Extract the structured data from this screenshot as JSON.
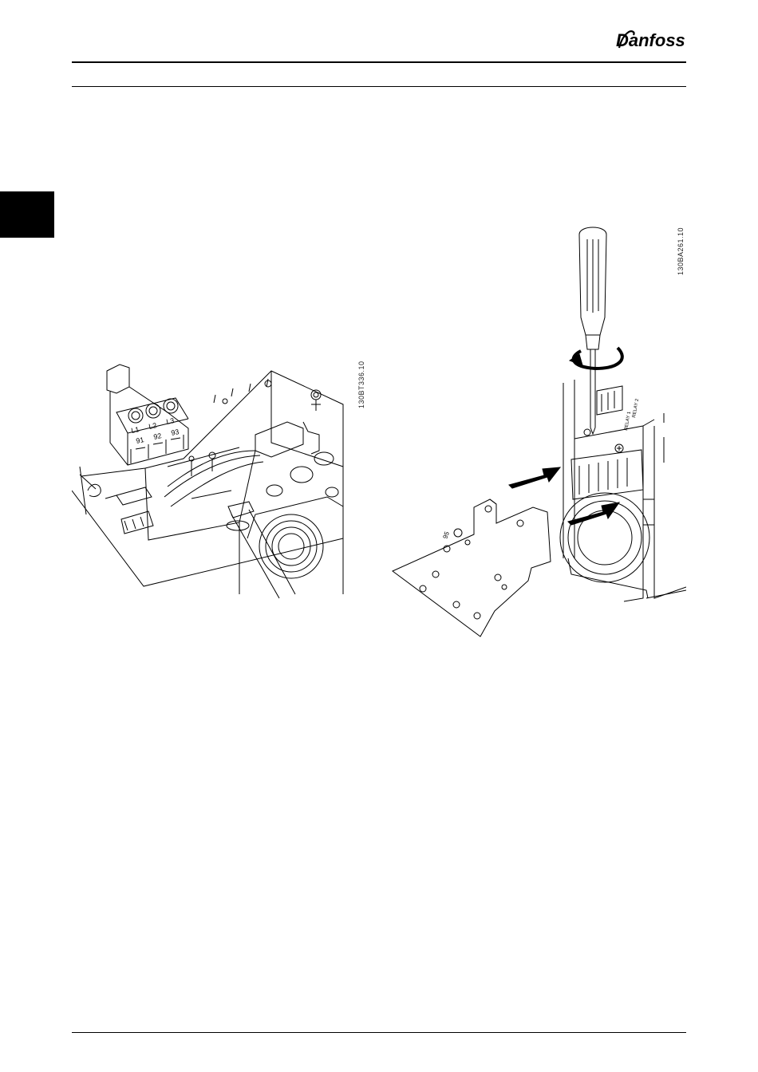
{
  "header": {
    "brand": "Danfoss"
  },
  "figures": {
    "left": {
      "code": "130BT336.10",
      "terminal_top_labels": [
        "L1",
        "L2",
        "L3"
      ],
      "terminal_bottom_labels": [
        "91",
        "92",
        "93"
      ]
    },
    "right": {
      "code": "130BA261.10",
      "relay_labels": [
        "RELAY 1",
        "RELAY 2"
      ],
      "plate_label": "95"
    }
  }
}
